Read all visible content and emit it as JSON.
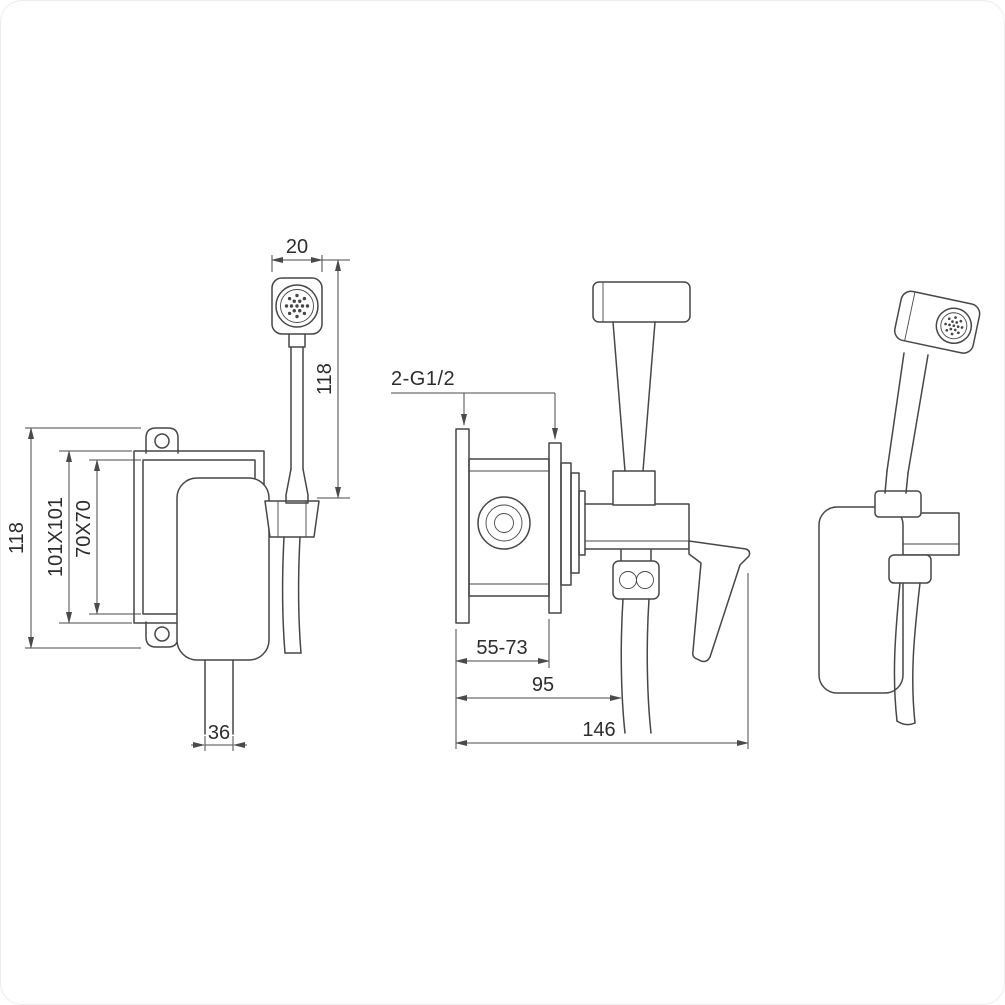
{
  "meta": {
    "title": "Concealed bidet hand-shower mixer — dimensional drawing",
    "views": [
      "front-view",
      "section-view",
      "side-view"
    ]
  },
  "colors": {
    "line": "#474747",
    "dimension": "#4a4a4a",
    "text": "#2d2d2d",
    "background": "#ffffff"
  },
  "dimensions": {
    "front": {
      "head_width": "20",
      "hose_height": "118",
      "overall_height": "118",
      "plate_size": "101X101",
      "box_size": "70X70",
      "outlet_width": "36"
    },
    "section": {
      "thread_label": "2-G1/2",
      "depth_range": "55-73",
      "depth_to_hose": "95",
      "overall_depth": "146"
    }
  }
}
